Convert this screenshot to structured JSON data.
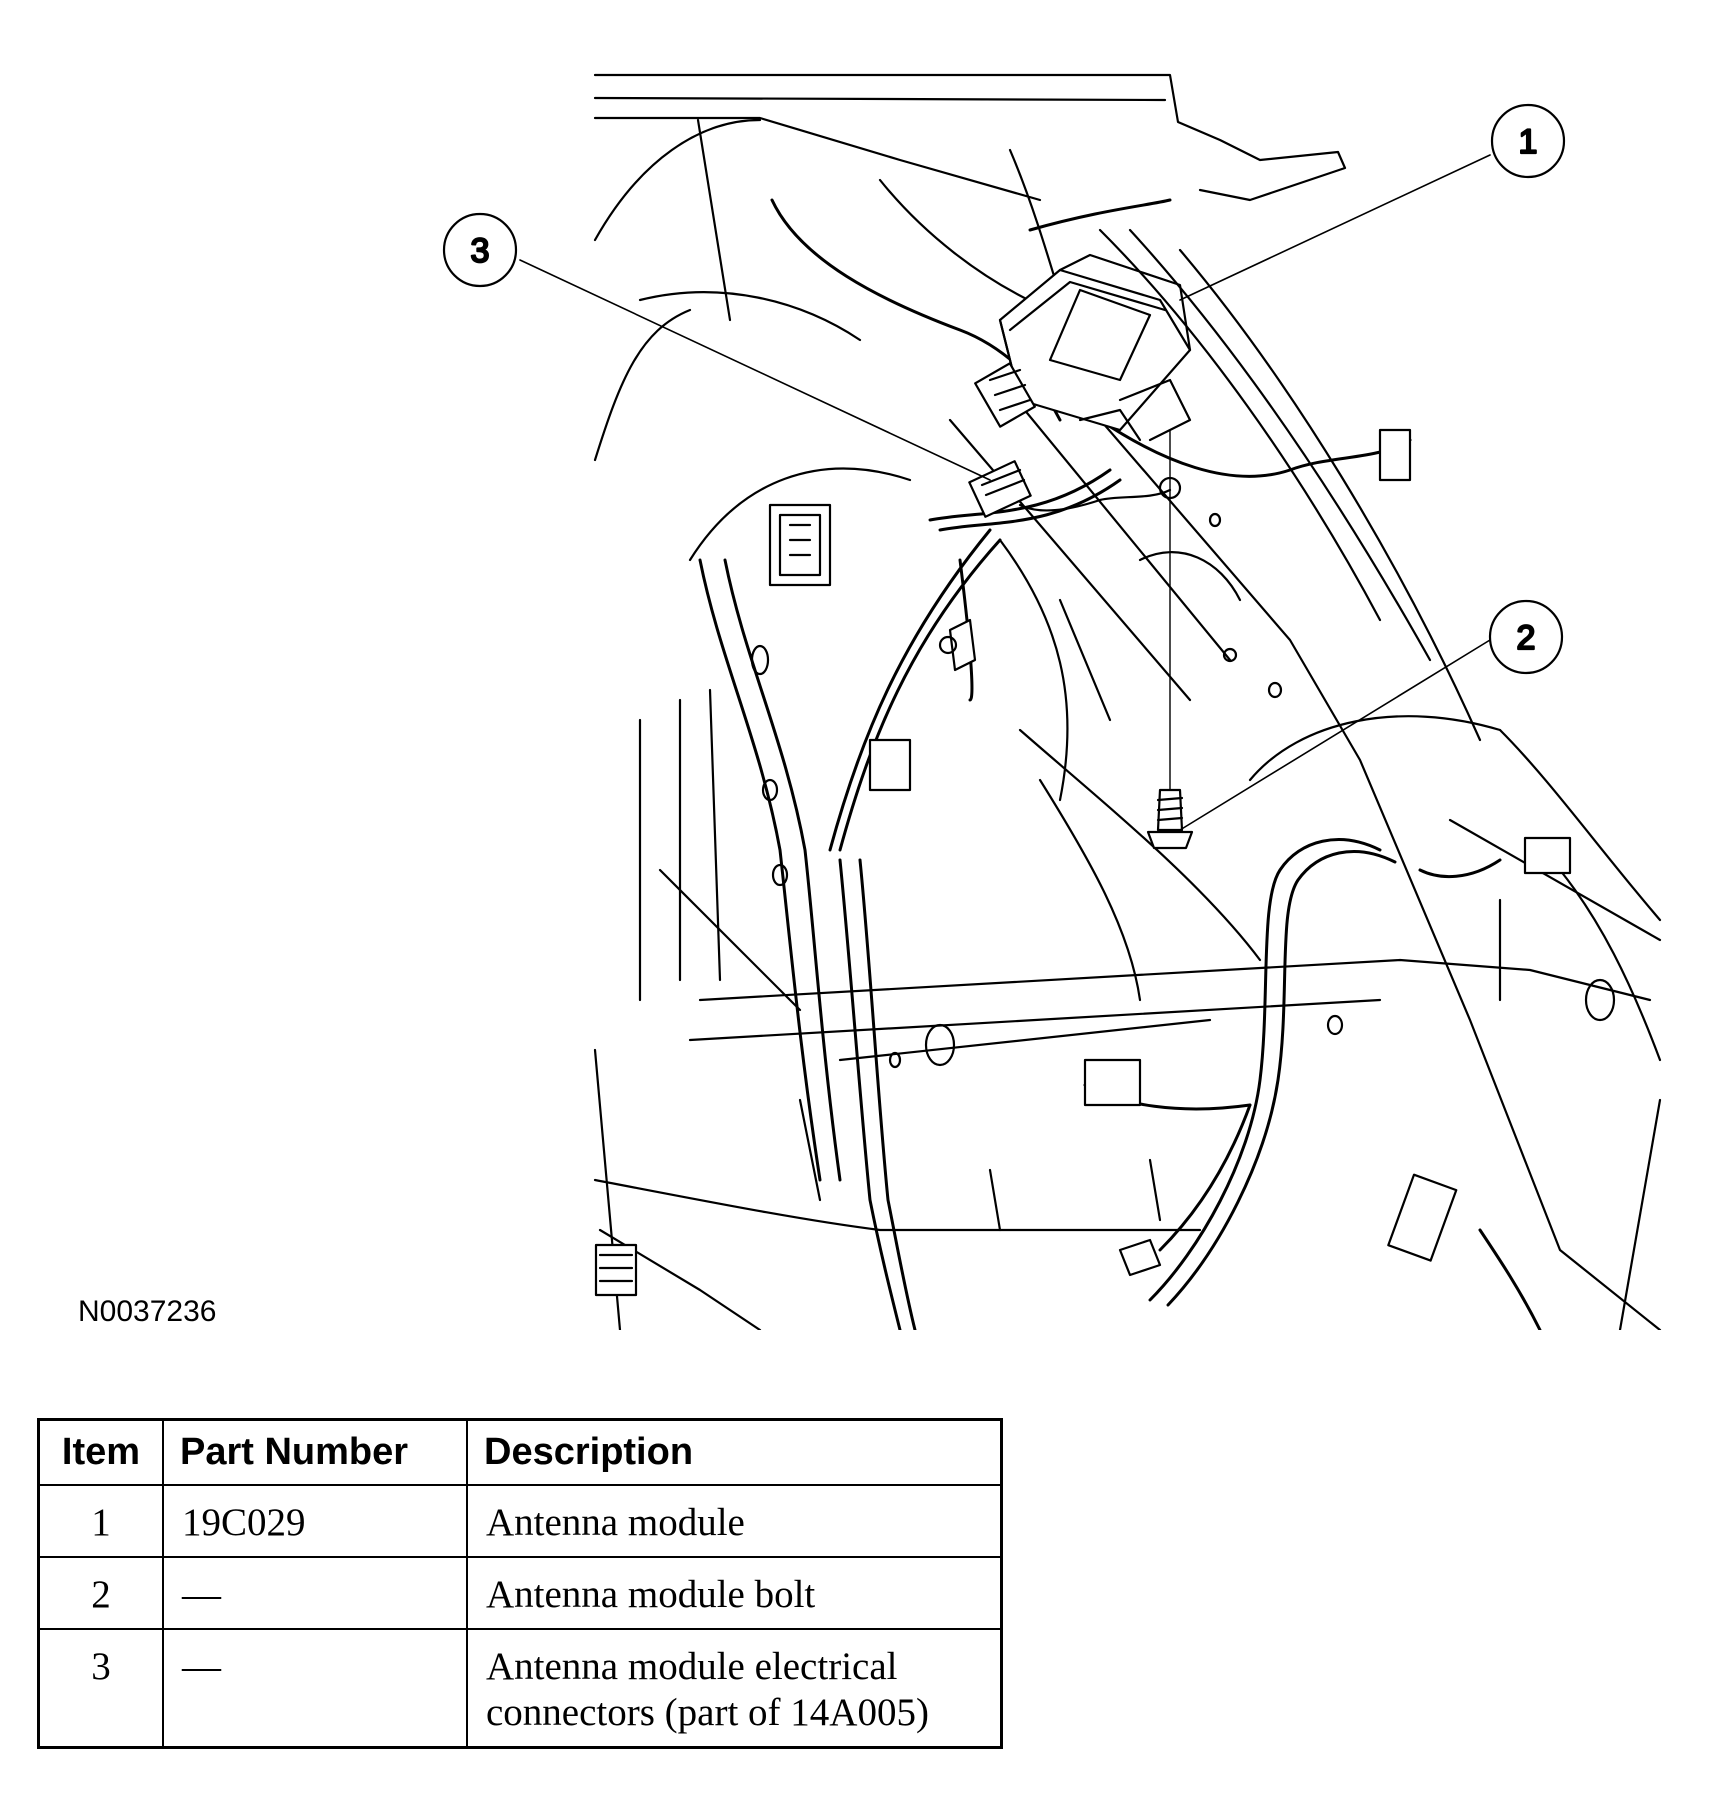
{
  "figure": {
    "id": "N0037236",
    "callouts": [
      "1",
      "2",
      "3"
    ]
  },
  "table": {
    "headers": [
      "Item",
      "Part Number",
      "Description"
    ],
    "rows": [
      {
        "item": "1",
        "part_number": "19C029",
        "description": [
          "Antenna module"
        ]
      },
      {
        "item": "2",
        "part_number": "—",
        "description": [
          "Antenna module bolt"
        ]
      },
      {
        "item": "3",
        "part_number": "—",
        "description": [
          "Antenna module electrical",
          "connectors (part of 14A005)"
        ]
      }
    ]
  }
}
